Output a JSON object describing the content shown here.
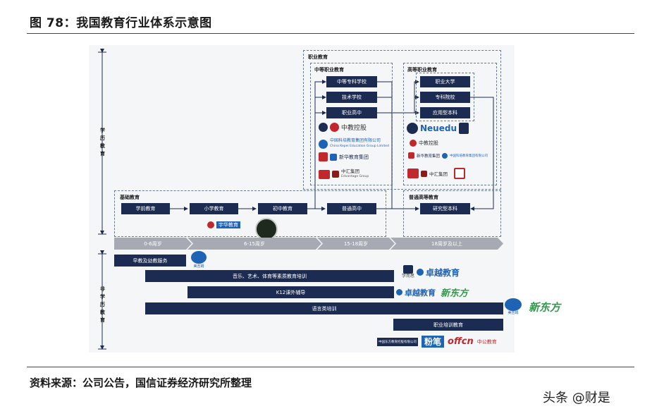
{
  "figure": {
    "title": "图 78：我国教育行业体系示意图",
    "source": "资料来源：公司公告，国信证券经济研究所整理",
    "watermark": "头条 @财是"
  },
  "axis": {
    "academic": "学历教育",
    "non_academic": "非学历教育"
  },
  "vocational": {
    "outer_label": "职业教育",
    "secondary_label": "中等职业教育",
    "secondary_nodes": [
      "中等专科学校",
      "技术学校",
      "职业高中"
    ],
    "higher_label": "高等职业教育",
    "higher_nodes": [
      "职业大学",
      "专科院校",
      "应用型本科"
    ]
  },
  "basic": {
    "label": "基础教育",
    "nodes": [
      "学前教育",
      "小学教育",
      "初中教育",
      "普通高中"
    ]
  },
  "general_higher": {
    "label": "普通高等教育",
    "node": "研究型本科"
  },
  "age_bands": [
    "0-6周岁",
    "6-15周岁",
    "15-18周岁",
    "18周岁及以上"
  ],
  "non_academic_bars": [
    "早教及幼教服务",
    "音乐、艺术、体育等素质教育培训",
    "K12课外辅导",
    "语言类培训",
    "职业培训教育"
  ],
  "logos": {
    "secondary": [
      "中教控股",
      "中国科培教育集团有限公司",
      "China Kepei Education Group Limited",
      "新华教育集团",
      "中汇集团",
      "Edvantage Group"
    ],
    "higher": [
      "Neuedu",
      "中教控股",
      "中国科培教育集团有限公司",
      "新华教育集团",
      "中汇集团"
    ],
    "basic": [
      "宇华教育"
    ],
    "early": [
      "美吉姆"
    ],
    "quality": [
      "学而思",
      "卓越教育"
    ],
    "k12": [
      "卓越教育",
      "新东方"
    ],
    "language": [
      "美吉姆",
      "新东方"
    ],
    "vocational_training": [
      "中国东方教育控股有限公司",
      "粉笔",
      "offcn",
      "中公教育"
    ]
  },
  "colors": {
    "node": "#1c2b52",
    "band": "#a7aab2",
    "accent_red": "#c0282d",
    "accent_blue": "#1f63b5"
  }
}
